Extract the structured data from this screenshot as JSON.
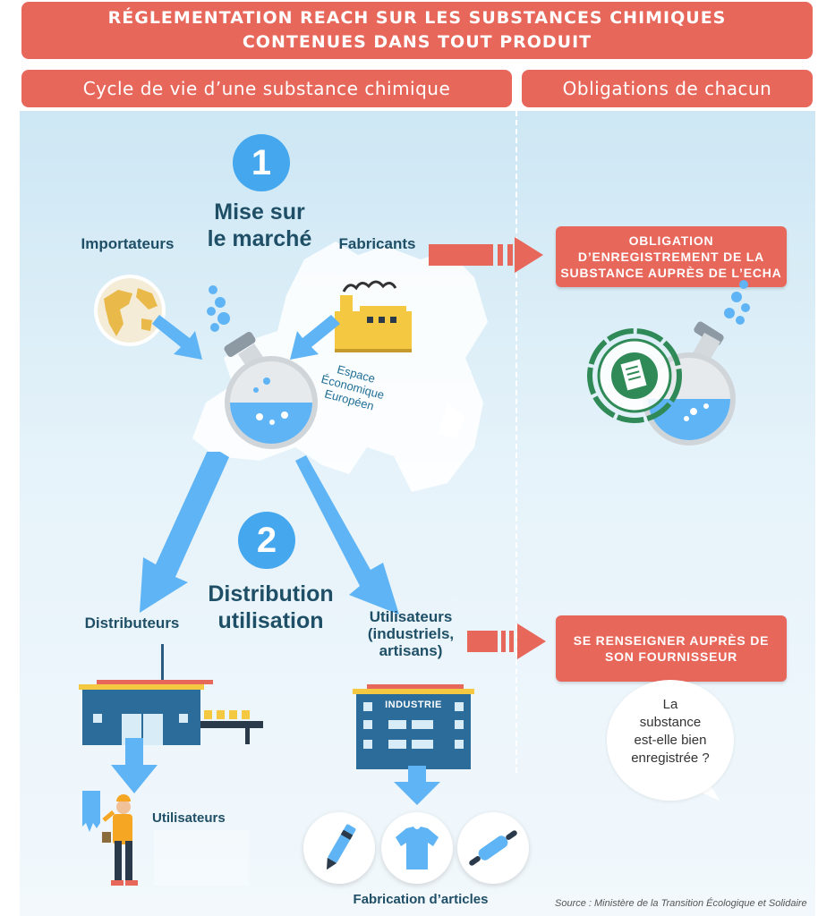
{
  "header": {
    "title_line1": "RÉGLEMENTATION REACH SUR LES SUBSTANCES CHIMIQUES",
    "title_line2": "CONTENUES DANS TOUT PRODUIT",
    "left_section": "Cycle de vie d’une substance chimique",
    "right_section": "Obligations de chacun"
  },
  "step1": {
    "number": "1",
    "title_line1": "Mise sur",
    "title_line2": "le marché",
    "importers": "Importateurs",
    "manufacturers": "Fabricants",
    "region_line1": "Espace",
    "region_line2": "Économique",
    "region_line3": "Européen"
  },
  "step2": {
    "number": "2",
    "title_line1": "Distribution",
    "title_line2": "utilisation",
    "distributors": "Distributeurs",
    "users_line1": "Utilisateurs",
    "users_line2": "(industriels,",
    "users_line3": "artisans)",
    "end_users": "Utilisateurs",
    "industry_sign": "INDUSTRIE",
    "articles": "Fabrication d’articles"
  },
  "obligations": {
    "registration_line1": "OBLIGATION",
    "registration_line2": "D’ENREGISTREMENT DE LA",
    "registration_line3": "SUBSTANCE AUPRÈS DE L’ECHA",
    "inquire_line1": "SE RENSEIGNER AUPRÈS DE",
    "inquire_line2": "SON FOURNISSEUR",
    "question_line1": "La",
    "question_line2": "substance",
    "question_line3": "est-elle bien",
    "question_line4": "enregistrée ?"
  },
  "source": "Source : Ministère de la Transition Écologique et Solidaire",
  "colors": {
    "accent_red": "#e8675b",
    "accent_blue": "#45a7ee",
    "arrow_blue": "#5fb4f5",
    "text_dark": "#1f4f66",
    "stamp_green": "#2f8a57"
  },
  "icons": [
    "globe-icon",
    "flask-icon",
    "factory-icon",
    "stamp-icon",
    "store-icon",
    "industry-building-icon",
    "painter-icon",
    "pen-icon",
    "tshirt-icon",
    "rolling-pin-icon",
    "europe-map-icon"
  ]
}
